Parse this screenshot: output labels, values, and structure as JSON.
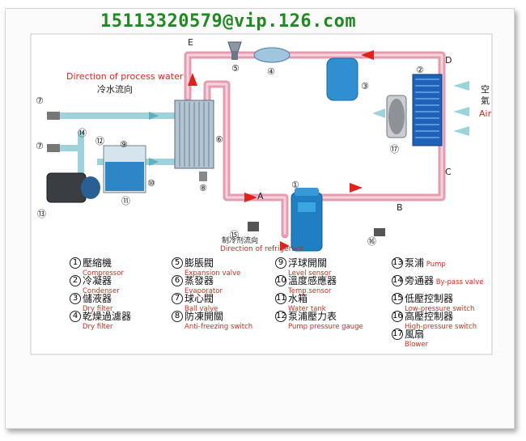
{
  "watermark": "15113320579@vip.126.com",
  "diagram": {
    "letters": {
      "A": "A",
      "B": "B",
      "C": "C",
      "D": "D",
      "E": "E"
    },
    "process_water_en": "Direction of process water",
    "process_water_cn": "冷水流向",
    "refrigerant_cn": "制冷剂流向",
    "refrigerant_en": "Direction of refrigerant",
    "air_cn_1": "空",
    "air_cn_2": "氣",
    "air_en": "Air",
    "component_numbers": [
      "①",
      "②",
      "③",
      "④",
      "⑤",
      "⑥",
      "⑦",
      "⑧",
      "⑨",
      "⑩",
      "⑪",
      "⑫",
      "⑬",
      "⑭",
      "⑮",
      "⑯",
      "⑰"
    ]
  },
  "legend": [
    {
      "num": "1",
      "cn": "壓縮機",
      "en": "Compressor"
    },
    {
      "num": "2",
      "cn": "冷凝器",
      "en": "Condenser"
    },
    {
      "num": "3",
      "cn": "儲液器",
      "en": "Dry filter"
    },
    {
      "num": "4",
      "cn": "乾燥過濾器",
      "en": "Dry filter"
    },
    {
      "num": "5",
      "cn": "膨脹閥",
      "en": "Expansion valve"
    },
    {
      "num": "6",
      "cn": "蒸發器",
      "en": "Evaporator"
    },
    {
      "num": "7",
      "cn": "球心閥",
      "en": "Ball valve"
    },
    {
      "num": "8",
      "cn": "防凍開關",
      "en": "Anti-freezing switch"
    },
    {
      "num": "9",
      "cn": "浮球開關",
      "en": "Level sensor"
    },
    {
      "num": "10",
      "cn": "溫度感應器",
      "en": "Temp.sensor"
    },
    {
      "num": "11",
      "cn": "水箱",
      "en": "Water tank"
    },
    {
      "num": "12",
      "cn": "泵浦壓力表",
      "en": "Pump pressure gauge"
    },
    {
      "num": "13",
      "cn": "泵浦",
      "en": "Pump"
    },
    {
      "num": "14",
      "cn": "旁通器",
      "en": "By-pass valve"
    },
    {
      "num": "15",
      "cn": "低壓控制器",
      "en": "Low-pressure switch"
    },
    {
      "num": "16",
      "cn": "高壓控制器",
      "en": "High-pressure switch"
    },
    {
      "num": "17",
      "cn": "風扇",
      "en": "Blower"
    }
  ]
}
